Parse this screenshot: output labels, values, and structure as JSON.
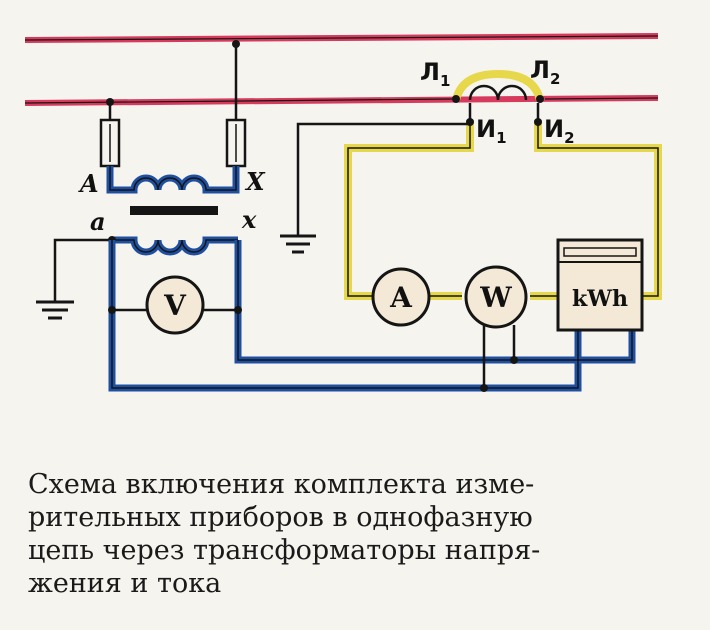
{
  "labels": {
    "primary_start": "A",
    "primary_end": "X",
    "secondary_start": "a",
    "secondary_end": "x",
    "ct_line_1_letter": "Л",
    "ct_line_1_sub": "1",
    "ct_line_2_letter": "Л",
    "ct_line_2_sub": "2",
    "ct_meas_1_letter": "И",
    "ct_meas_1_sub": "1",
    "ct_meas_2_letter": "И",
    "ct_meas_2_sub": "2"
  },
  "meters": {
    "voltmeter": "V",
    "ammeter": "A",
    "wattmeter": "W",
    "energy_meter": "kWh"
  },
  "caption": {
    "line1": "Схема включения комплекта изме-",
    "line2": "рительных приборов в однофазную",
    "line3": "цепь через трансформаторы напря-",
    "line4": "жения и тока"
  },
  "colors": {
    "power_line": "#d63a5c",
    "voltage_circuit": "#1f4fa0",
    "current_circuit": "#e6d84a",
    "wire": "#151515",
    "background": "#f6f4ee"
  }
}
